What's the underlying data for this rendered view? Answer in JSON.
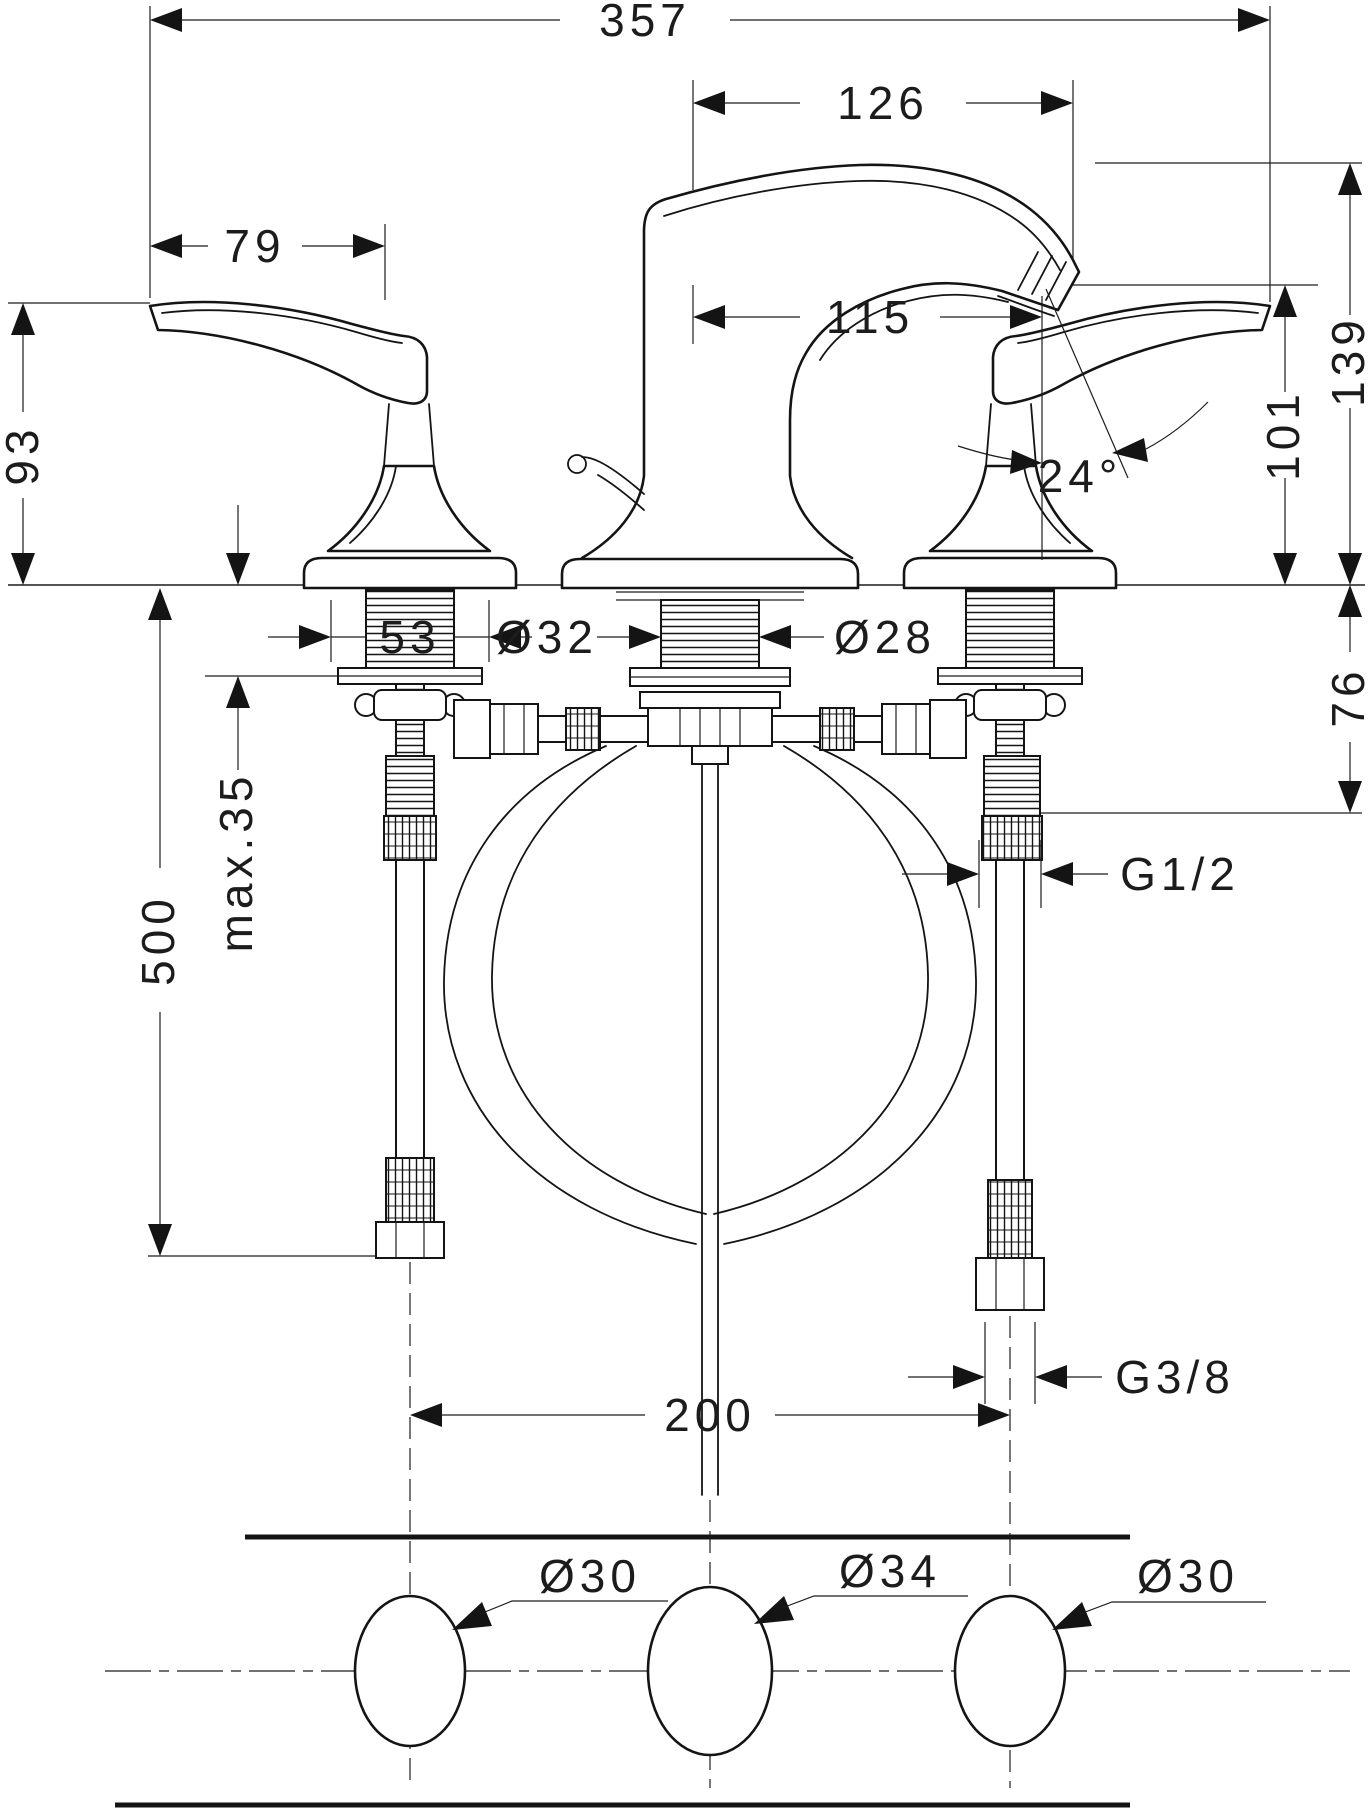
{
  "drawing": {
    "type": "faucet installation dimensional drawing",
    "ink_color": "#1c1c1c",
    "paper_color": "#ffffff"
  },
  "dims": {
    "overall_width": "357",
    "spout_reach": "126",
    "lever_length": "79",
    "outlet_distance": "115",
    "handle_height": "93",
    "spray_angle": "24°",
    "outlet_height": "101",
    "spout_top_height": "139",
    "handle_base": "53",
    "shank_diameter": "Ø32",
    "spout_shank_diameter": "Ø28",
    "below_deck": "76",
    "max_deck_thickness": "max.35",
    "hose_length": "500",
    "supply_thread": "G1/2",
    "connection_thread": "G3/8",
    "hole_spacing": "200",
    "hole_left": "Ø30",
    "hole_middle": "Ø34",
    "hole_right": "Ø30"
  }
}
